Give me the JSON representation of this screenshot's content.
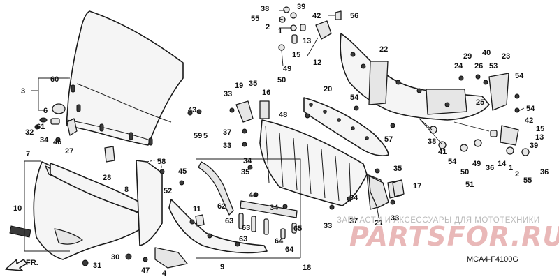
{
  "diagram": {
    "code": "MCA4-F4100G",
    "front_label": "FR.",
    "watermark": {
      "caption": "ЗАПЧАСТИ И АКСЕССУАРЫ ДЛЯ МОТОТЕХНИКИ",
      "brand": "PARTSFOR.RU"
    },
    "callouts": {
      "c1a": "1",
      "c1b": "1",
      "c2a": "2",
      "c2b": "2",
      "c3": "3",
      "c4": "4",
      "c5": "5",
      "c6": "6",
      "c7": "7",
      "c8": "8",
      "c9": "9",
      "c10": "10",
      "c11": "11",
      "c12": "12",
      "c13a": "13",
      "c13b": "13",
      "c14": "14",
      "c15a": "15",
      "c15b": "15",
      "c16": "16",
      "c17": "17",
      "c18": "18",
      "c19": "19",
      "c20": "20",
      "c21": "21",
      "c22": "22",
      "c23": "23",
      "c24": "24",
      "c25": "25",
      "c26": "26",
      "c27": "27",
      "c28": "28",
      "c29": "29",
      "c30": "30",
      "c31": "31",
      "c32": "32",
      "c33a": "33",
      "c33b": "33",
      "c33c": "33",
      "c33d": "33",
      "c34a": "34",
      "c34b": "34",
      "c34c": "34",
      "c35a": "35",
      "c35b": "35",
      "c36a": "36",
      "c36b": "36",
      "c37a": "37",
      "c37b": "37",
      "c38a": "38",
      "c38b": "38",
      "c39a": "39",
      "c39b": "39",
      "c40": "40",
      "c41": "41",
      "c42a": "42",
      "c42b": "42",
      "c43": "43",
      "c44": "44",
      "c45": "45",
      "c46": "46",
      "c47": "47",
      "c48": "48",
      "c49a": "49",
      "c49b": "49",
      "c50a": "50",
      "c50b": "50",
      "c51": "51",
      "c52": "52",
      "c53": "53",
      "c54a": "54",
      "c54b": "54",
      "c54c": "54",
      "c54d": "54",
      "c55a": "55",
      "c55b": "55",
      "c56": "56",
      "c57": "57",
      "c58": "58",
      "c59": "59",
      "c60": "60",
      "c61": "61",
      "c62": "62",
      "c63a": "63",
      "c63b": "63",
      "c63c": "63",
      "c64a": "64",
      "c64b": "64",
      "c65": "65"
    }
  }
}
